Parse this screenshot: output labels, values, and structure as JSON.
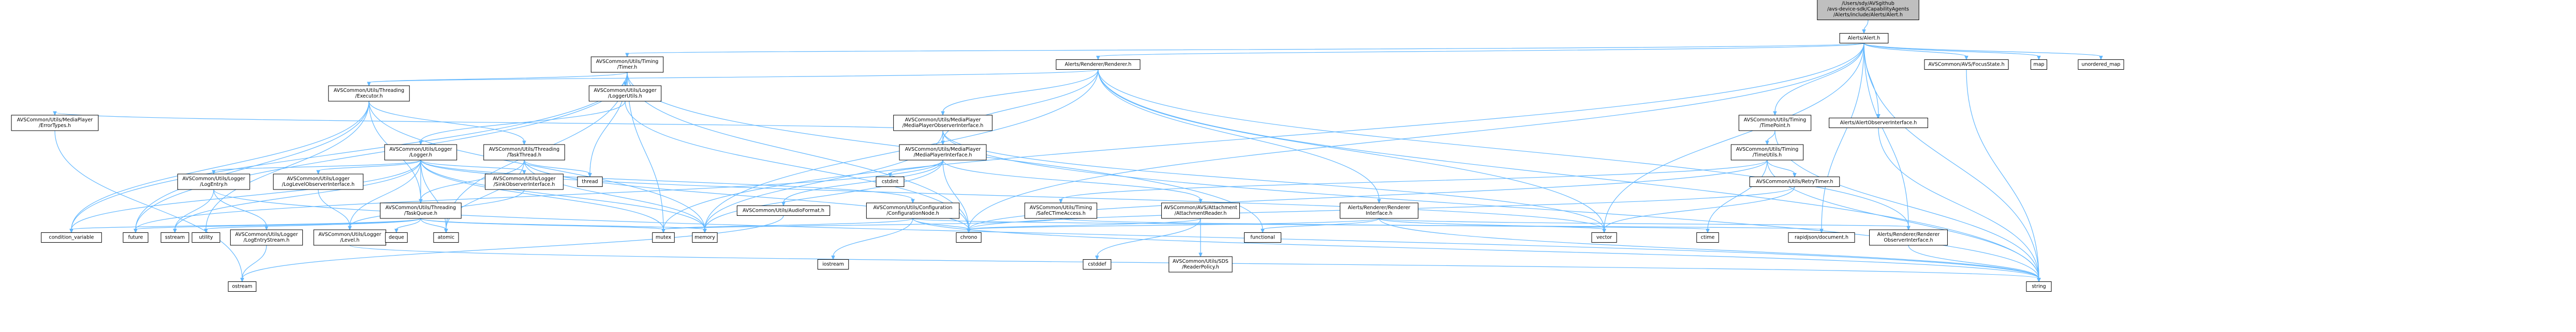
{
  "colors": {
    "edge": "#63b8ff",
    "root_fill": "#bfbfbf",
    "node_fill": "#ffffff",
    "node_border": "#000000",
    "missing_border": "#ff0000",
    "system_border": "#bfbfbf"
  },
  "nodes": [
    {
      "id": "root",
      "lines": [
        "/Users/sdy/AVSgithub",
        "/avs-device-sdk/CapabilityAgents",
        "/Alerts/include/Alerts/Alert.h"
      ],
      "kind": "root"
    },
    {
      "id": "alert_h",
      "lines": [
        "Alerts/Alert.h"
      ],
      "kind": "file"
    },
    {
      "id": "timer_h",
      "lines": [
        "AVSCommon/Utils/Timing",
        "/Timer.h"
      ],
      "kind": "file"
    },
    {
      "id": "renderer_h",
      "lines": [
        "Alerts/Renderer/Renderer.h"
      ],
      "kind": "file"
    },
    {
      "id": "map",
      "lines": [
        "map"
      ],
      "kind": "system"
    },
    {
      "id": "unordered_map",
      "lines": [
        "unordered_map"
      ],
      "kind": "system"
    },
    {
      "id": "focus_state",
      "lines": [
        "AVSCommon/AVS/FocusState.h"
      ],
      "kind": "file"
    },
    {
      "id": "timepoint_h",
      "lines": [
        "AVSCommon/Utils/Timing",
        "/TimePoint.h"
      ],
      "kind": "file"
    },
    {
      "id": "alert_observer",
      "lines": [
        "Alerts/AlertObserverInterface.h"
      ],
      "kind": "file"
    },
    {
      "id": "executor_h",
      "lines": [
        "AVSCommon/Utils/Threading",
        "/Executor.h"
      ],
      "kind": "file"
    },
    {
      "id": "loggerutils_h",
      "lines": [
        "AVSCommon/Utils/Logger",
        "/LoggerUtils.h"
      ],
      "kind": "file"
    },
    {
      "id": "mp_observer",
      "lines": [
        "AVSCommon/Utils/MediaPlayer",
        "/MediaPlayerObserverInterface.h"
      ],
      "kind": "file"
    },
    {
      "id": "timeutils_h",
      "lines": [
        "AVSCommon/Utils/Timing",
        "/TimeUtils.h"
      ],
      "kind": "file"
    },
    {
      "id": "errortypes_h",
      "lines": [
        "AVSCommon/Utils/MediaPlayer",
        "/ErrorTypes.h"
      ],
      "kind": "file"
    },
    {
      "id": "logger_h",
      "lines": [
        "AVSCommon/Utils/Logger",
        "/Logger.h"
      ],
      "kind": "file"
    },
    {
      "id": "taskthread_h",
      "lines": [
        "AVSCommon/Utils/Threading",
        "/TaskThread.h"
      ],
      "kind": "file"
    },
    {
      "id": "mp_interface",
      "lines": [
        "AVSCommon/Utils/MediaPlayer",
        "/MediaPlayerInterface.h"
      ],
      "kind": "file"
    },
    {
      "id": "thread",
      "lines": [
        "thread"
      ],
      "kind": "system"
    },
    {
      "id": "logentry_h",
      "lines": [
        "AVSCommon/Utils/Logger",
        "/LogEntry.h"
      ],
      "kind": "file"
    },
    {
      "id": "loglevelobs_h",
      "lines": [
        "AVSCommon/Utils/Logger",
        "/LogLevelObserverInterface.h"
      ],
      "kind": "file"
    },
    {
      "id": "taskqueue_h",
      "lines": [
        "AVSCommon/Utils/Threading",
        "/TaskQueue.h"
      ],
      "kind": "file"
    },
    {
      "id": "sinkobs_h",
      "lines": [
        "AVSCommon/Utils/Logger",
        "/SinkObserverInterface.h"
      ],
      "kind": "file"
    },
    {
      "id": "cstdint",
      "lines": [
        "cstdint"
      ],
      "kind": "system"
    },
    {
      "id": "audioformat_h",
      "lines": [
        "AVSCommon/Utils/AudioFormat.h"
      ],
      "kind": "file"
    },
    {
      "id": "confignode_h",
      "lines": [
        "AVSCommon/Utils/Configuration",
        "/ConfigurationNode.h"
      ],
      "kind": "file"
    },
    {
      "id": "safectime_h",
      "lines": [
        "AVSCommon/Utils/Timing",
        "/SafeCTimeAccess.h"
      ],
      "kind": "file"
    },
    {
      "id": "attachreader_h",
      "lines": [
        "AVSCommon/AVS/Attachment",
        "/AttachmentReader.h"
      ],
      "kind": "file"
    },
    {
      "id": "safetytimer_h",
      "lines": [
        "AVSCommon/Utils/RetryTimer.h"
      ],
      "kind": "file"
    },
    {
      "id": "rendererif_h",
      "lines": [
        "Alerts/Renderer/Renderer",
        "Interface.h"
      ],
      "kind": "file"
    },
    {
      "id": "condition_variable",
      "lines": [
        "condition_variable"
      ],
      "kind": "system"
    },
    {
      "id": "future",
      "lines": [
        "future"
      ],
      "kind": "system"
    },
    {
      "id": "sstream",
      "lines": [
        "sstream"
      ],
      "kind": "system"
    },
    {
      "id": "utility",
      "lines": [
        "utility"
      ],
      "kind": "system"
    },
    {
      "id": "logentrystream_h",
      "lines": [
        "AVSCommon/Utils/Logger",
        "/LogEntryStream.h"
      ],
      "kind": "missing"
    },
    {
      "id": "level_h",
      "lines": [
        "AVSCommon/Utils/Logger",
        "/Level.h"
      ],
      "kind": "file"
    },
    {
      "id": "deque",
      "lines": [
        "deque"
      ],
      "kind": "system"
    },
    {
      "id": "atomic",
      "lines": [
        "atomic"
      ],
      "kind": "system"
    },
    {
      "id": "mutex",
      "lines": [
        "mutex"
      ],
      "kind": "system"
    },
    {
      "id": "memory",
      "lines": [
        "memory"
      ],
      "kind": "system"
    },
    {
      "id": "chrono",
      "lines": [
        "chrono"
      ],
      "kind": "system"
    },
    {
      "id": "iostream",
      "lines": [
        "iostream"
      ],
      "kind": "system"
    },
    {
      "id": "cstddef",
      "lines": [
        "cstddef"
      ],
      "kind": "system"
    },
    {
      "id": "sds_policy",
      "lines": [
        "AVSCommon/Utils/SDS",
        "/ReaderPolicy.h"
      ],
      "kind": "file"
    },
    {
      "id": "functional",
      "lines": [
        "functional"
      ],
      "kind": "system"
    },
    {
      "id": "vector",
      "lines": [
        "vector"
      ],
      "kind": "system"
    },
    {
      "id": "ctime",
      "lines": [
        "ctime"
      ],
      "kind": "system"
    },
    {
      "id": "rapidjson",
      "lines": [
        "rapidjson/document.h"
      ],
      "kind": "system"
    },
    {
      "id": "rendererobs_h",
      "lines": [
        "Alerts/Renderer/Renderer",
        "ObserverInterface.h"
      ],
      "kind": "file"
    },
    {
      "id": "ostream",
      "lines": [
        "ostream"
      ],
      "kind": "system"
    },
    {
      "id": "string",
      "lines": [
        "string"
      ],
      "kind": "system"
    }
  ],
  "edges": [
    [
      "root",
      "alert_h"
    ],
    [
      "alert_h",
      "timer_h"
    ],
    [
      "alert_h",
      "renderer_h"
    ],
    [
      "alert_h",
      "map"
    ],
    [
      "alert_h",
      "unordered_map"
    ],
    [
      "alert_h",
      "focus_state"
    ],
    [
      "alert_h",
      "timepoint_h"
    ],
    [
      "alert_h",
      "alert_observer"
    ],
    [
      "alert_h",
      "chrono"
    ],
    [
      "alert_h",
      "mutex"
    ],
    [
      "alert_h",
      "string"
    ],
    [
      "alert_h",
      "rapidjson"
    ],
    [
      "alert_h",
      "vector"
    ],
    [
      "alert_h",
      "rendererobs_h"
    ],
    [
      "timer_h",
      "loggerutils_h"
    ],
    [
      "timer_h",
      "executor_h"
    ],
    [
      "timer_h",
      "condition_variable"
    ],
    [
      "timer_h",
      "thread"
    ],
    [
      "timer_h",
      "mutex"
    ],
    [
      "timer_h",
      "chrono"
    ],
    [
      "timer_h",
      "atomic"
    ],
    [
      "timer_h",
      "functional"
    ],
    [
      "timer_h",
      "future"
    ],
    [
      "renderer_h",
      "mp_observer"
    ],
    [
      "renderer_h",
      "mp_interface"
    ],
    [
      "renderer_h",
      "executor_h"
    ],
    [
      "renderer_h",
      "rendererif_h"
    ],
    [
      "renderer_h",
      "rendererobs_h"
    ],
    [
      "renderer_h",
      "vector"
    ],
    [
      "renderer_h",
      "memory"
    ],
    [
      "renderer_h",
      "string"
    ],
    [
      "timepoint_h",
      "timeutils_h"
    ],
    [
      "timepoint_h",
      "string"
    ],
    [
      "alert_observer",
      "string"
    ],
    [
      "focus_state",
      "string"
    ],
    [
      "executor_h",
      "taskthread_h"
    ],
    [
      "executor_h",
      "taskqueue_h"
    ],
    [
      "executor_h",
      "future"
    ],
    [
      "executor_h",
      "memory"
    ],
    [
      "executor_h",
      "utility"
    ],
    [
      "executor_h",
      "condition_variable"
    ],
    [
      "loggerutils_h",
      "logger_h"
    ],
    [
      "loggerutils_h",
      "chrono"
    ],
    [
      "mp_observer",
      "errortypes_h"
    ],
    [
      "mp_observer",
      "mp_interface"
    ],
    [
      "mp_observer",
      "string"
    ],
    [
      "mp_observer",
      "vector"
    ],
    [
      "mp_observer",
      "memory"
    ],
    [
      "timeutils_h",
      "safectime_h"
    ],
    [
      "timeutils_h",
      "safetytimer_h"
    ],
    [
      "timeutils_h",
      "string"
    ],
    [
      "timeutils_h",
      "chrono"
    ],
    [
      "timeutils_h",
      "ctime"
    ],
    [
      "errortypes_h",
      "ostream"
    ],
    [
      "logger_h",
      "logentry_h"
    ],
    [
      "logger_h",
      "loglevelobs_h"
    ],
    [
      "logger_h",
      "taskqueue_h"
    ],
    [
      "logger_h",
      "sinkobs_h"
    ],
    [
      "logger_h",
      "level_h"
    ],
    [
      "logger_h",
      "confignode_h"
    ],
    [
      "logger_h",
      "sstream"
    ],
    [
      "logger_h",
      "atomic"
    ],
    [
      "logger_h",
      "mutex"
    ],
    [
      "logger_h",
      "condition_variable"
    ],
    [
      "logger_h",
      "memory"
    ],
    [
      "logger_h",
      "vector"
    ],
    [
      "taskthread_h",
      "taskqueue_h"
    ],
    [
      "taskthread_h",
      "thread"
    ],
    [
      "taskthread_h",
      "atomic"
    ],
    [
      "taskthread_h",
      "memory"
    ],
    [
      "taskthread_h",
      "chrono"
    ],
    [
      "mp_interface",
      "audioformat_h"
    ],
    [
      "mp_interface",
      "attachreader_h"
    ],
    [
      "mp_interface",
      "cstdint"
    ],
    [
      "mp_interface",
      "chrono"
    ],
    [
      "mp_interface",
      "memory"
    ],
    [
      "mp_interface",
      "future"
    ],
    [
      "logentry_h",
      "logentrystream_h"
    ],
    [
      "logentry_h",
      "sstream"
    ],
    [
      "logentry_h",
      "string"
    ],
    [
      "loglevelobs_h",
      "level_h"
    ],
    [
      "taskqueue_h",
      "deque"
    ],
    [
      "taskqueue_h",
      "atomic"
    ],
    [
      "taskqueue_h",
      "condition_variable"
    ],
    [
      "taskqueue_h",
      "future"
    ],
    [
      "taskqueue_h",
      "utility"
    ],
    [
      "taskqueue_h",
      "mutex"
    ],
    [
      "taskqueue_h",
      "memory"
    ],
    [
      "sinkobs_h",
      "level_h"
    ],
    [
      "audioformat_h",
      "ostream"
    ],
    [
      "confignode_h",
      "iostream"
    ],
    [
      "confignode_h",
      "mutex"
    ],
    [
      "confignode_h",
      "chrono"
    ],
    [
      "confignode_h",
      "string"
    ],
    [
      "confignode_h",
      "rapidjson"
    ],
    [
      "safectime_h",
      "mutex"
    ],
    [
      "safectime_h",
      "ctime"
    ],
    [
      "attachreader_h",
      "sds_policy"
    ],
    [
      "attachreader_h",
      "chrono"
    ],
    [
      "attachreader_h",
      "cstddef"
    ],
    [
      "safetytimer_h",
      "chrono"
    ],
    [
      "safetytimer_h",
      "vector"
    ],
    [
      "rendererif_h",
      "rendererobs_h"
    ],
    [
      "rendererif_h",
      "functional"
    ],
    [
      "rendererif_h",
      "chrono"
    ],
    [
      "rendererif_h",
      "string"
    ],
    [
      "rendererif_h",
      "vector"
    ],
    [
      "logentrystream_h",
      "ostream"
    ],
    [
      "level_h",
      "string"
    ],
    [
      "rendererobs_h",
      "string"
    ]
  ]
}
